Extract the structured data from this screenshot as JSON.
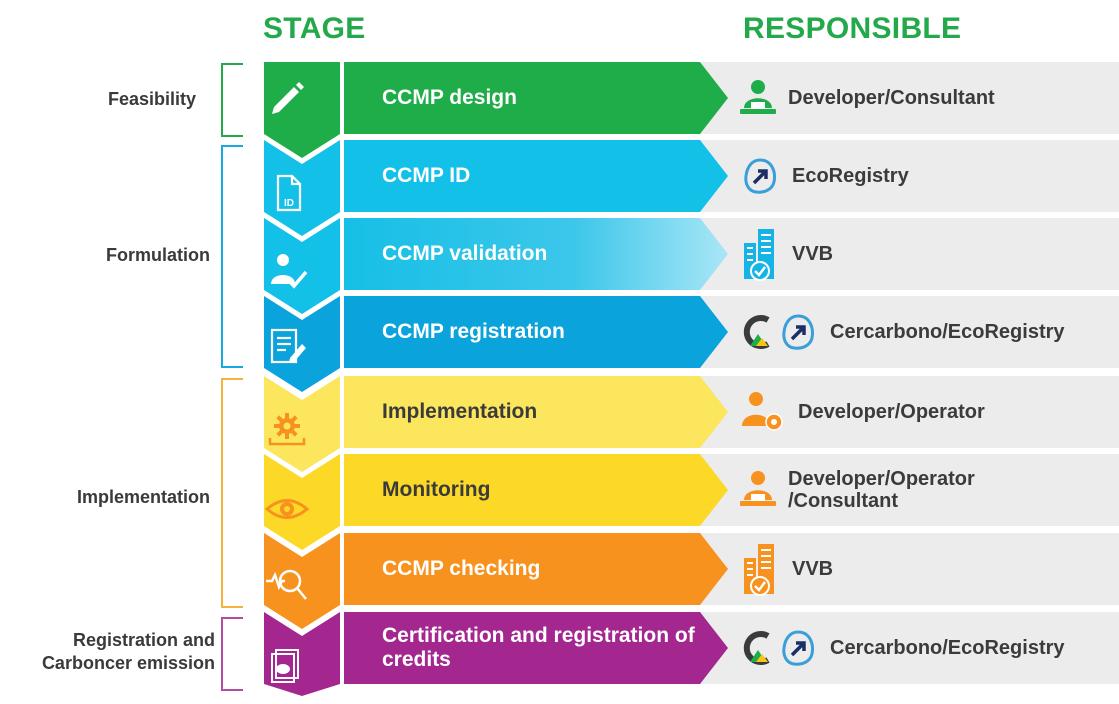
{
  "headers": {
    "stage": "STAGE",
    "responsible": "RESPONSIBLE"
  },
  "colors": {
    "green": "#1fad4a",
    "cyan": "#13c1e8",
    "blue": "#0aa3dc",
    "yellow_light": "#fbe65d",
    "yellow": "#fcd926",
    "orange": "#f7921e",
    "purple": "#a4278f",
    "dark_text": "#3b3b3b",
    "gray_band": "#ececed"
  },
  "phases": [
    {
      "label": "Feasibility",
      "color": "#23a84a"
    },
    {
      "label": "Formulation",
      "color": "#17a9e1"
    },
    {
      "label": "Implementation",
      "color": "#f6b23a"
    },
    {
      "label": "Registration and Carboncer emission",
      "color": "#b34ba0"
    }
  ],
  "stages": [
    {
      "label": "CCMP design",
      "icon": "pencil-icon",
      "responsible": "Developer/Consultant",
      "resp_icons": [
        "person-laptop-icon"
      ]
    },
    {
      "label": "CCMP ID",
      "icon": "id-document-icon",
      "responsible": "EcoRegistry",
      "resp_icons": [
        "ecoregistry-leaf-icon"
      ]
    },
    {
      "label": "CCMP validation",
      "icon": "user-check-icon",
      "responsible": "VVB",
      "resp_icons": [
        "building-check-icon"
      ]
    },
    {
      "label": "CCMP registration",
      "icon": "form-edit-icon",
      "responsible": "Cercarbono/EcoRegistry",
      "resp_icons": [
        "cercarbono-logo-icon",
        "ecoregistry-leaf-icon"
      ]
    },
    {
      "label": "Implementation",
      "icon": "gear-tray-icon",
      "responsible": "Developer/Operator",
      "resp_icons": [
        "person-gear-icon"
      ]
    },
    {
      "label": "Monitoring",
      "icon": "eye-icon",
      "responsible": "Developer/Operator /Consultant",
      "resp_icons": [
        "person-laptop-icon"
      ]
    },
    {
      "label": "CCMP checking",
      "icon": "magnifier-pulse-icon",
      "responsible": "VVB",
      "resp_icons": [
        "building-check-icon"
      ]
    },
    {
      "label": "Certification and registration of credits",
      "icon": "co2-certificate-icon",
      "responsible": "Cercarbono/EcoRegistry",
      "resp_icons": [
        "cercarbono-logo-icon",
        "ecoregistry-leaf-icon"
      ]
    }
  ]
}
